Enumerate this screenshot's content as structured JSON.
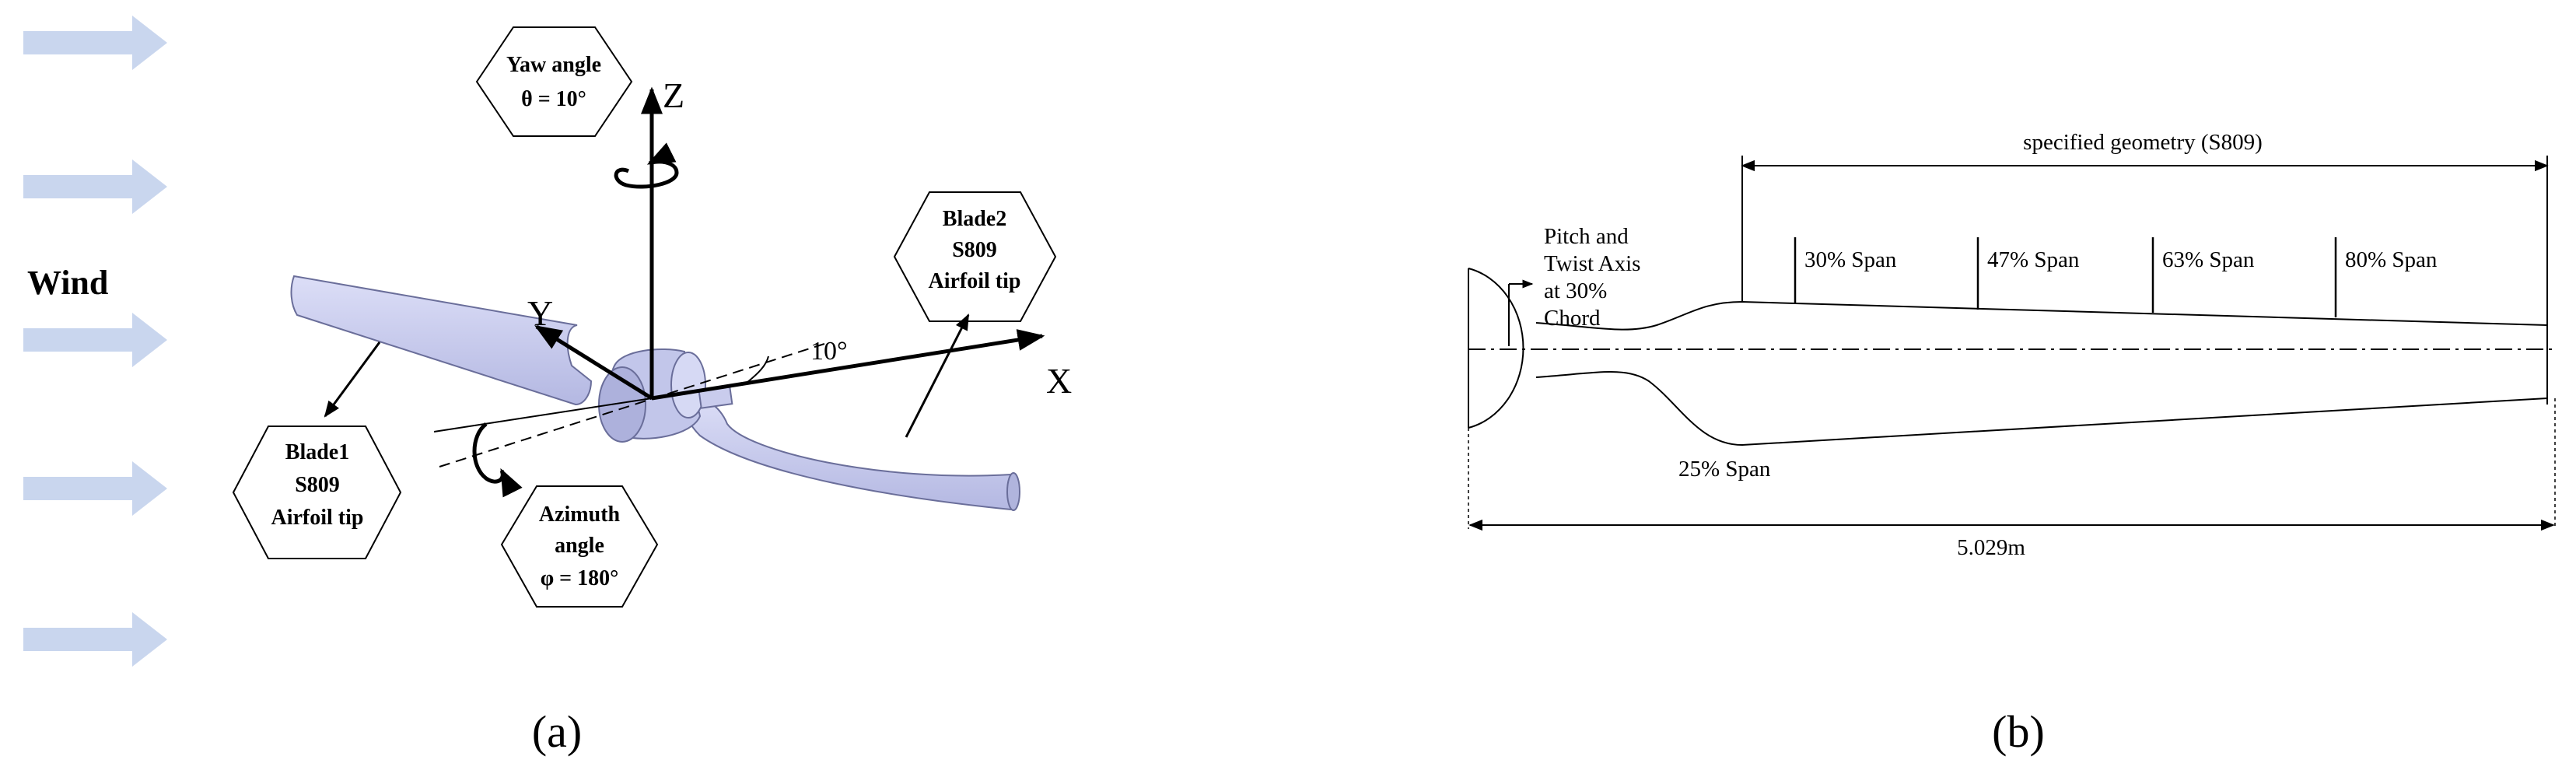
{
  "panel_a": {
    "caption": "(a)",
    "wind_label": "Wind",
    "yaw_box": {
      "line1": "Yaw angle",
      "line2": "θ = 10°"
    },
    "axis_x": "X",
    "axis_y": "Y",
    "axis_z": "Z",
    "angle_label": "10°",
    "blade1_box": {
      "line1": "Blade1",
      "line2": "S809",
      "line3": "Airfoil tip"
    },
    "blade2_box": {
      "line1": "Blade2",
      "line2": "S809",
      "line3": "Airfoil tip"
    },
    "azimuth_box": {
      "line1": "Azimuth",
      "line2": "angle",
      "line3": "φ = 180°"
    }
  },
  "panel_b": {
    "caption": "(b)",
    "geometry_label": "specified geometry (S809)",
    "pitch_label": {
      "line1": "Pitch and",
      "line2": "Twist Axis",
      "line3": "at 30%",
      "line4": "Chord"
    },
    "span_labels": [
      "30% Span",
      "47% Span",
      "63% Span",
      "80% Span"
    ],
    "root_span_label": "25% Span",
    "length_label": "5.029m"
  },
  "colors": {
    "wind_arrow": "#c9d6ee",
    "blade_fill": "#c6c9ee",
    "blade_stroke": "#6a6e9a",
    "line": "#000000"
  }
}
